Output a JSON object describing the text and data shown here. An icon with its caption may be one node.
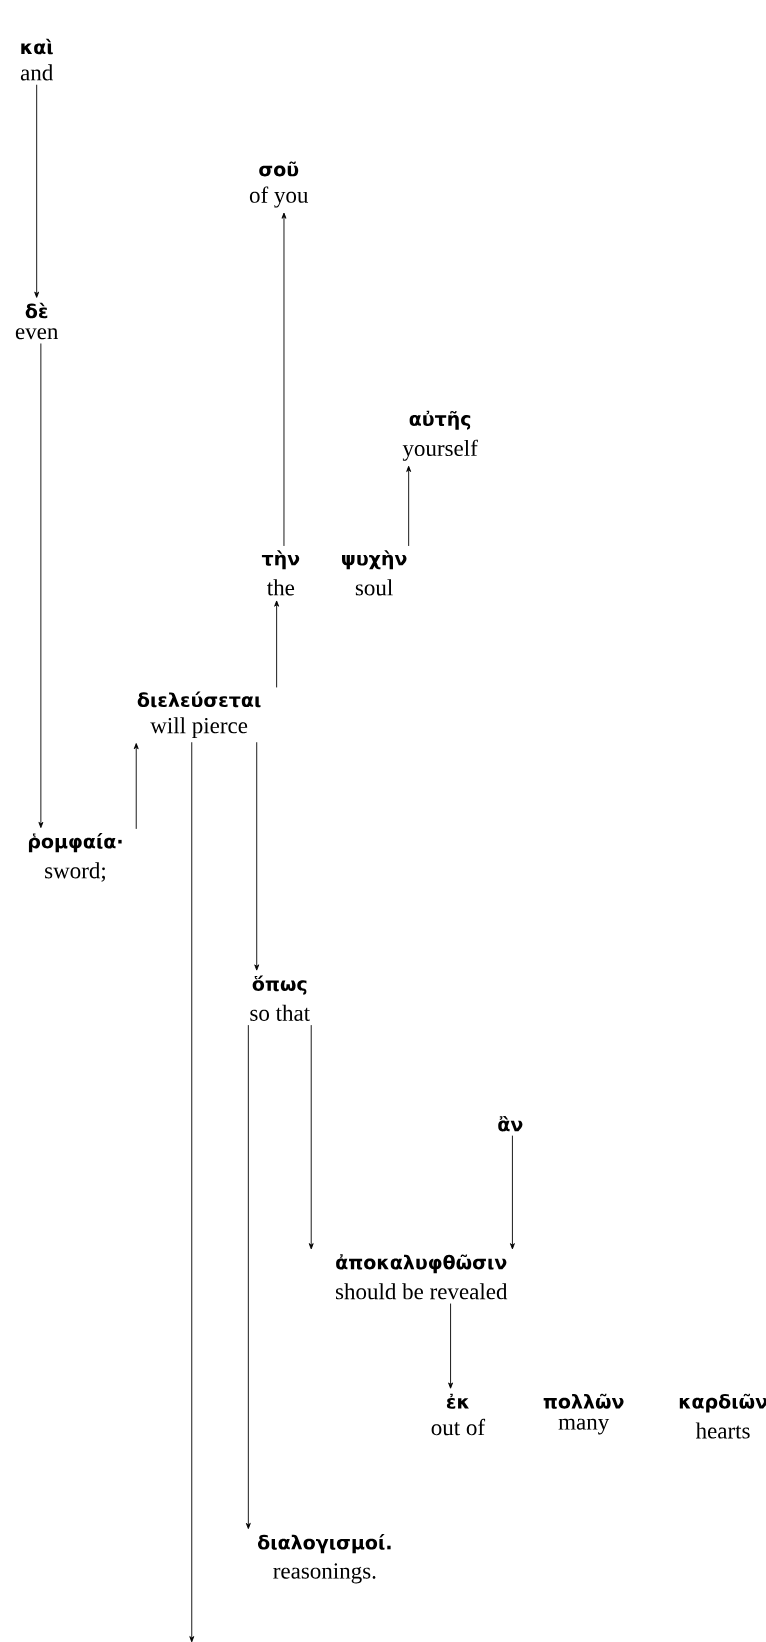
{
  "diagram": {
    "nodes": [
      {
        "text": [
          "καὶ",
          "and"
        ]
      },
      {
        "text": [
          "δὲ",
          "even"
        ]
      },
      {
        "text": [
          "σοῦ",
          "of you"
        ]
      },
      {
        "text": [
          "αὐτῆς",
          "yourself"
        ]
      },
      {
        "text": [
          "τὴν",
          "the"
        ]
      },
      {
        "text": [
          "ψυχὴν",
          "soul"
        ]
      },
      {
        "text": [
          "διελεύσεται",
          "will pierce"
        ]
      },
      {
        "text": [
          "ῥομφαία·",
          "sword;"
        ]
      },
      {
        "text": [
          "ὅπως",
          "so that"
        ]
      },
      {
        "text": [
          "ἂν"
        ]
      },
      {
        "text": [
          "ἀποκαλυφθῶσιν",
          "should be revealed"
        ]
      },
      {
        "text": [
          "ἐκ",
          "out of"
        ]
      },
      {
        "text": [
          "πολλῶν",
          "many"
        ]
      },
      {
        "text": [
          "καρδιῶν",
          "hearts"
        ]
      },
      {
        "text": [
          "διαλογισμοί.",
          "reasonings."
        ]
      }
    ],
    "edges": [
      {
        "from": 0,
        "to": 1,
        "arrow": "to"
      },
      {
        "from": 1,
        "to": 7,
        "arrow": "to"
      },
      {
        "from": 7,
        "to": 6,
        "arrow": "to"
      },
      {
        "from": 6,
        "to": 4,
        "arrow": "to"
      },
      {
        "from": 4,
        "to": 2,
        "arrow": "to"
      },
      {
        "from": 5,
        "to": 3,
        "arrow": "to"
      },
      {
        "from": 6,
        "to": 8,
        "arrow": "to"
      },
      {
        "from": 8,
        "to": 10,
        "arrow": "to"
      },
      {
        "from": 9,
        "to": 10,
        "arrow": "to"
      },
      {
        "from": 10,
        "to": 11,
        "arrow": "to"
      },
      {
        "from": 8,
        "to": 14,
        "arrow": "to"
      },
      {
        "from": 6,
        "to": null,
        "arrow": "to"
      }
    ]
  }
}
